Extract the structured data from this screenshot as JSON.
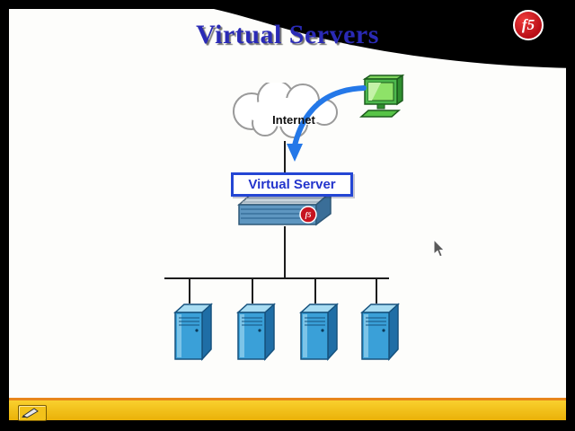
{
  "slide": {
    "title": "Virtual Servers",
    "logo": "f5"
  },
  "diagram": {
    "internet_label": "Internet",
    "virtual_server_label": "Virtual Server",
    "appliance_logo": "f5",
    "server_count": "4"
  },
  "colors": {
    "title_blue": "#2a2ab6",
    "virtual_server_border": "#2446d4",
    "virtual_server_text": "#2334cc",
    "logo_red": "#b80d16",
    "arrow_blue": "#2478e8",
    "server_front_blue": "#3aa0d8",
    "notes_bar_yellow": "#f6c41c",
    "notes_bar_orange": "#e8861a"
  }
}
